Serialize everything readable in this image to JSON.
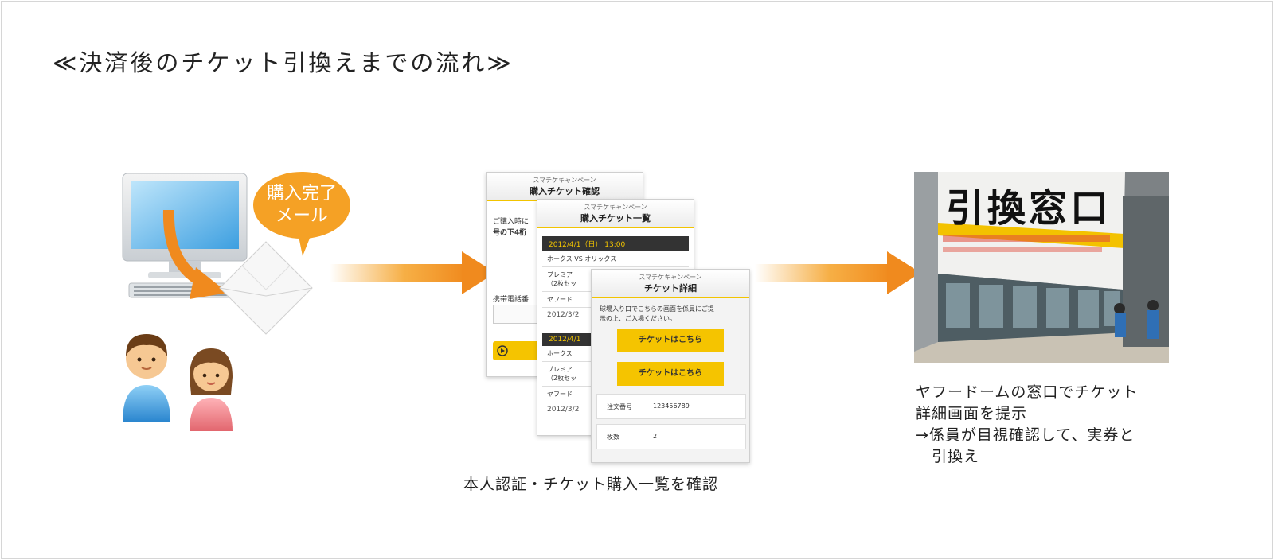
{
  "heading": "≪決済後のチケット引換えまでの流れ≫",
  "step1": {
    "bubble_line1": "購入完了",
    "bubble_line2": "メール"
  },
  "step2": {
    "caption": "本人認証・チケット購入一覧を確認",
    "screen_a": {
      "sub": "スマチケキャンペーン",
      "title": "購入チケット確認",
      "line1": "ご購入時に",
      "line2": "号の下4桁",
      "field_label": "携帯電話番"
    },
    "screen_b": {
      "sub": "スマチケキャンペーン",
      "title": "購入チケット一覧",
      "date1": "2012/4/1（日） 13:00",
      "match": "ホークス VS オリックス",
      "seat": "プレミア",
      "seat_note": "（2枚セッ",
      "venue": "ヤフード",
      "date_small": "2012/3/2",
      "date2": "2012/4/1",
      "match2": "ホークス",
      "seat2": "プレミア",
      "seat2_note": "（2枚セッ",
      "venue2": "ヤフード",
      "date_small2": "2012/3/2"
    },
    "screen_c": {
      "sub": "スマチケキャンペーン",
      "title": "チケット詳細",
      "instruction_line1": "球場入り口でこちらの画面を係員にご提",
      "instruction_line2": "示の上、ご入場ください。",
      "button1": "チケットはこちら",
      "button2": "チケットはこちら",
      "order_label": "注文番号",
      "order_value": "123456789",
      "count_label": "枚数",
      "count_value": "2"
    }
  },
  "step3": {
    "photo_sign": "引換窓口",
    "caption_line1": "ヤフードームの窓口でチケット",
    "caption_line2": "詳細画面を提示",
    "caption_line3": "→係員が目視確認して、実券と",
    "caption_line4": "　引換え"
  },
  "colors": {
    "accent_orange": "#f5a125",
    "ticket_yellow": "#f5c400"
  }
}
